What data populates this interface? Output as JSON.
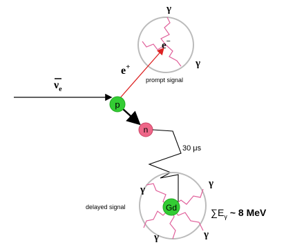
{
  "particles": {
    "antineutrino_symbol": "ν",
    "antineutrino_subscript": "e",
    "proton": "p",
    "neutron": "n",
    "positron": "e",
    "positron_charge": "+",
    "electron": "e",
    "electron_charge": "−",
    "gadolinium": "Gd",
    "gamma": "γ"
  },
  "labels": {
    "prompt_signal": "prompt signal",
    "delayed_signal": "delayed signal",
    "capture_time": "30 μs",
    "energy_sum_symbol": "∑E",
    "energy_sum_subscript": "γ",
    "energy_sum_value": "~ 8 MeV"
  },
  "colors": {
    "proton_fill": "#33cc33",
    "neutron_fill": "#ee6688",
    "gd_fill": "#33cc33",
    "positron_track": "#dd2222",
    "gamma_track": "#e0609a",
    "detector_circle": "#bbbbbb",
    "line": "#000000"
  }
}
